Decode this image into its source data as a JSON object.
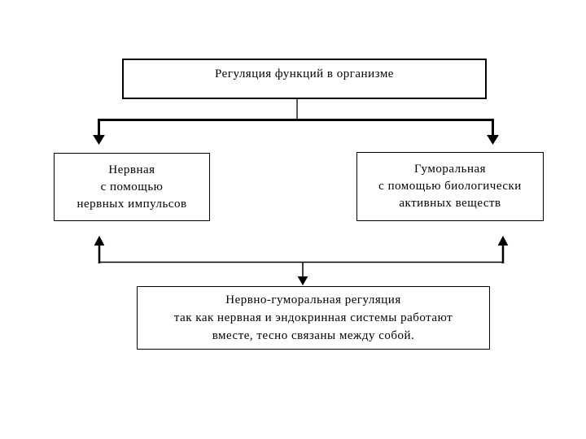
{
  "slide": {
    "colors": {
      "background": "#ffffff",
      "line": "#000000",
      "text": "#000000",
      "box_fill": "#ffffff"
    },
    "boxes": {
      "top": {
        "text": "Регуляция функций в организме"
      },
      "left": {
        "lines": [
          "Нервная",
          "с помощью",
          "нервных импульсов"
        ]
      },
      "right": {
        "lines": [
          "Гуморальная",
          "с помощью биологически",
          "активных веществ"
        ]
      },
      "bottom": {
        "lines": [
          "Нервно-гуморальная регуляция",
          "так как нервная и эндокринная системы работают",
          "вместе, тесно связаны между собой."
        ]
      }
    }
  }
}
